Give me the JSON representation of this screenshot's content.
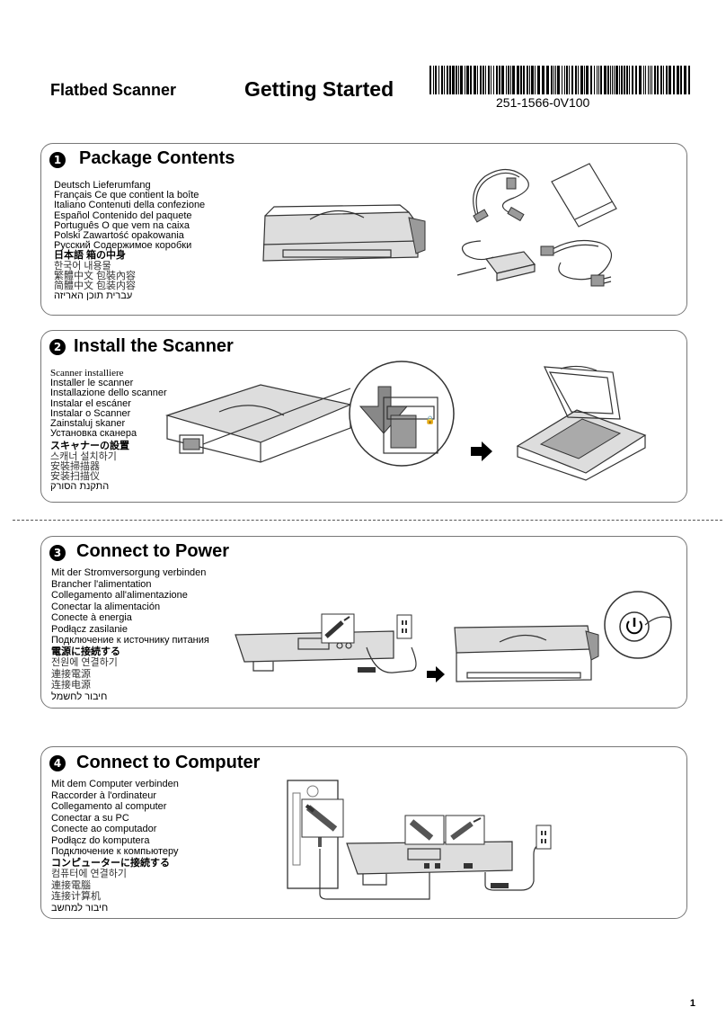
{
  "header": {
    "product": "Flatbed Scanner",
    "title": "Getting Started",
    "part_number": "251-1566-0V100"
  },
  "sections": [
    {
      "number": "1",
      "title": "Package Contents",
      "languages": [
        "Deutsch Lieferumfang",
        "Français Ce que contient la boîte",
        "Italiano Contenuti della confezione",
        "Español Contenido del paquete",
        "Português O que vem na caixa",
        "Polski Zawartość opakowania",
        "Русский Содержимое коробки",
        "日本語  箱の中身",
        "한국어  내용물",
        "繁體中文  包裝內容",
        "简體中文  包装内容",
        "עברית תוכן האריזה"
      ]
    },
    {
      "number": "2",
      "title": "Install the Scanner",
      "languages": [
        "Scanner installiere",
        "Installer le scanner",
        "Installazione dello scanner",
        "Instalar el escáner",
        "Instalar o Scanner",
        "Zainstaluj skaner",
        "Установка сканера",
        "スキャナーの設置",
        "스캐너 설치하기",
        "安裝掃描器",
        "安装扫描仪",
        "התקנת הסורק"
      ]
    },
    {
      "number": "3",
      "title": "Connect to Power",
      "languages": [
        "Mit der Stromversorgung verbinden",
        "Brancher l'alimentation",
        "Collegamento all'alimentazione",
        "Conectar la alimentación",
        "Conecte à energia",
        "Podłącz zasilanie",
        "Подключение к источнику питания",
        "電源に接続する",
        "전원에 연결하기",
        "連接電源",
        "连接电源",
        "חיבור לחשמל"
      ]
    },
    {
      "number": "4",
      "title": "Connect to Computer",
      "languages": [
        "Mit dem Computer verbinden",
        "Raccorder à l'ordinateur",
        "Collegamento al computer",
        "Conectar a su PC",
        "Conecte ao computador",
        "Podłącz do komputera",
        "Подключение к компьютеру",
        "コンピューターに接続する",
        "컴퓨터에 연결하기",
        "連接電腦",
        "连接计算机",
        "חיבור למחשב"
      ]
    }
  ],
  "page_number": "1"
}
